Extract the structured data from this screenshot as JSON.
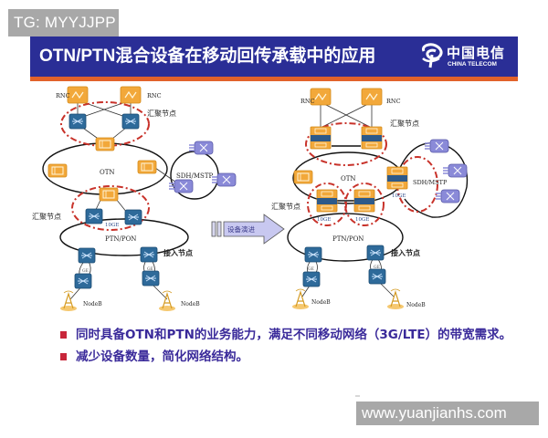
{
  "watermarks": {
    "top": "TG: MYYJJPP",
    "bottom": "www.yuanjianhs.com"
  },
  "slide": {
    "title": "OTN/PTN混合设备在移动回传承载中的应用",
    "logo": {
      "chinese": "中国电信",
      "english": "CHINA TELECOM"
    },
    "colors": {
      "title_bar": "#2a2e96",
      "accent_strip": "#e2622a",
      "bullet_text": "#3a2a9a",
      "bullet_marker": "#c8263a",
      "dashed_circle": "#c8322a",
      "otn_device": "#f0a830",
      "ptn_device": "#2e6a9a",
      "sdh_device": "#8a8ad8",
      "arrow_fill": "#c8c8f0"
    },
    "diagram_left": {
      "rnc_labels": [
        "RNC",
        "RNC"
      ],
      "aggregation_label_top": "汇聚节点",
      "otn_ring_label": "OTN",
      "sdh_ring_label": "SDH/MSTP",
      "aggregation_label_bottom": "汇聚节点",
      "link_label": "10GE",
      "ptn_ring_label": "PTN/PON",
      "access_label": "接入节点",
      "ge_labels": [
        "GE",
        "GE"
      ],
      "nodeb_labels": [
        "NodeB",
        "NodeB"
      ]
    },
    "evolution_arrow": {
      "label": "设备演进"
    },
    "diagram_right": {
      "rnc_labels": [
        "RNC",
        "RNC"
      ],
      "aggregation_label_top": "汇聚节点",
      "otn_ring_label": "OTN",
      "sdh_ring_label": "SDH/MSTP",
      "aggregation_label_bottom": "汇聚节点",
      "link_labels": [
        "10GE",
        "10GE",
        "10GE"
      ],
      "ptn_ring_label": "PTN/PON",
      "access_label": "接入节点",
      "ge_labels": [
        "GE",
        "GE"
      ],
      "nodeb_labels": [
        "NodeB",
        "NodeB"
      ]
    },
    "bullets": [
      "同时具备OTN和PTN的业务能力，满足不同移动网络（3G/LTE）的带宽需求。",
      "减少设备数量，简化网络结构。"
    ]
  }
}
